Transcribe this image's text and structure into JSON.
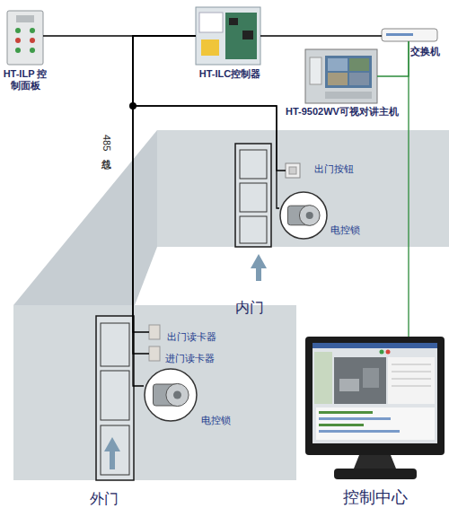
{
  "diagram": {
    "nodes": [
      {
        "text": [
          "HT-ILP 控制面板"
        ]
      },
      {
        "text": [
          "HT-ILC控制器"
        ]
      },
      {
        "text": [
          "交换机"
        ]
      },
      {
        "text": [
          "HT-9502WV可视对讲主机"
        ]
      },
      {
        "text": [
          "出门按钮"
        ]
      },
      {
        "text": [
          "电控锁"
        ]
      },
      {
        "text": [
          "出门读卡器"
        ]
      },
      {
        "text": [
          "进门读卡器"
        ]
      },
      {
        "text": [
          "电控锁"
        ]
      },
      {
        "text": [
          "控制中心"
        ]
      }
    ],
    "edges": [
      {
        "from": 0,
        "to": 1,
        "arrow": "none"
      },
      {
        "from": 1,
        "to": 2,
        "arrow": "none"
      },
      {
        "from": 2,
        "to": 3,
        "arrow": "none"
      },
      {
        "from": 2,
        "to": 9,
        "arrow": "none"
      },
      {
        "from": 1,
        "to": 4,
        "arrow": "none"
      },
      {
        "from": 1,
        "to": 5,
        "arrow": "none"
      },
      {
        "from": 1,
        "to": 6,
        "arrow": "none"
      },
      {
        "from": 1,
        "to": 7,
        "arrow": "none"
      },
      {
        "from": 1,
        "to": 8,
        "arrow": "none"
      }
    ],
    "labels": [
      "485总线",
      "内门",
      "外门"
    ]
  }
}
